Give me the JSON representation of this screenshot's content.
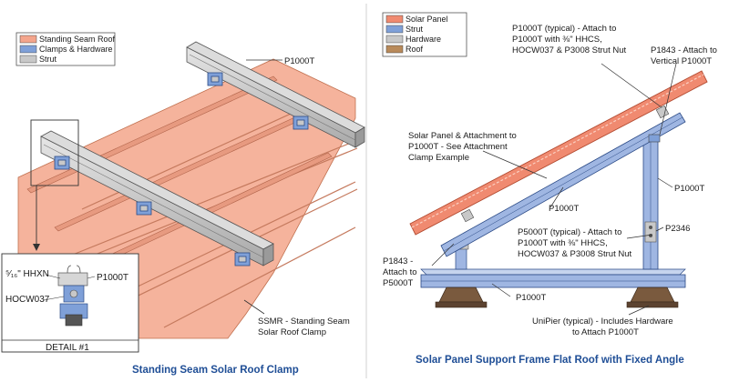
{
  "left": {
    "legend": [
      {
        "label": "Standing Seam Roof",
        "color": "#f4a58c"
      },
      {
        "label": "Clamps & Hardware",
        "color": "#7fa0d8"
      },
      {
        "label": "Strut",
        "color": "#c8c8c8"
      }
    ],
    "callouts": {
      "p1000t": "P1000T",
      "ssmr_line1": "SSMR - Standing Seam",
      "ssmr_line2": "Solar Roof Clamp"
    },
    "detail": {
      "hhxn": "⁵⁄₁₆\" HHXN",
      "p1000t": "P1000T",
      "hocw": "HOCW037",
      "title": "DETAIL #1"
    },
    "caption": "Standing Seam Solar Roof Clamp"
  },
  "right": {
    "legend": [
      {
        "label": "Solar Panel",
        "color": "#f08a70"
      },
      {
        "label": "Strut",
        "color": "#7fa0d8"
      },
      {
        "label": "Hardware",
        "color": "#c8c8c8"
      },
      {
        "label": "Roof",
        "color": "#b98a5a"
      }
    ],
    "callouts": {
      "top_a1": "P1000T (typical) - Attach to",
      "top_a2": "P1000T with ⅜\" HHCS,",
      "top_a3": "HOCW037 & P3008 Strut Nut",
      "top_b1": "P1843 - Attach to",
      "top_b2": "Vertical P1000T",
      "panel1": "Solar Panel & Attachment to",
      "panel2": "P1000T - See Attachment",
      "panel3": "Clamp Example",
      "p1000t_diag": "P1000T",
      "p1000t_vert": "P1000T",
      "p2346": "P2346",
      "p5000_1": "P5000T (typical) - Attach to",
      "p5000_2": "P1000T with ⅜\" HHCS,",
      "p5000_3": "HOCW037 & P3008 Strut Nut",
      "p1843_1": "P1843 -",
      "p1843_2": "Attach to",
      "p1843_3": "P5000T",
      "p1000t_base": "P1000T",
      "unipier1": "UniPier (typical) - Includes Hardware",
      "unipier2": "to Attach P1000T"
    },
    "caption": "Solar Panel Support Frame Flat Roof with Fixed Angle"
  }
}
